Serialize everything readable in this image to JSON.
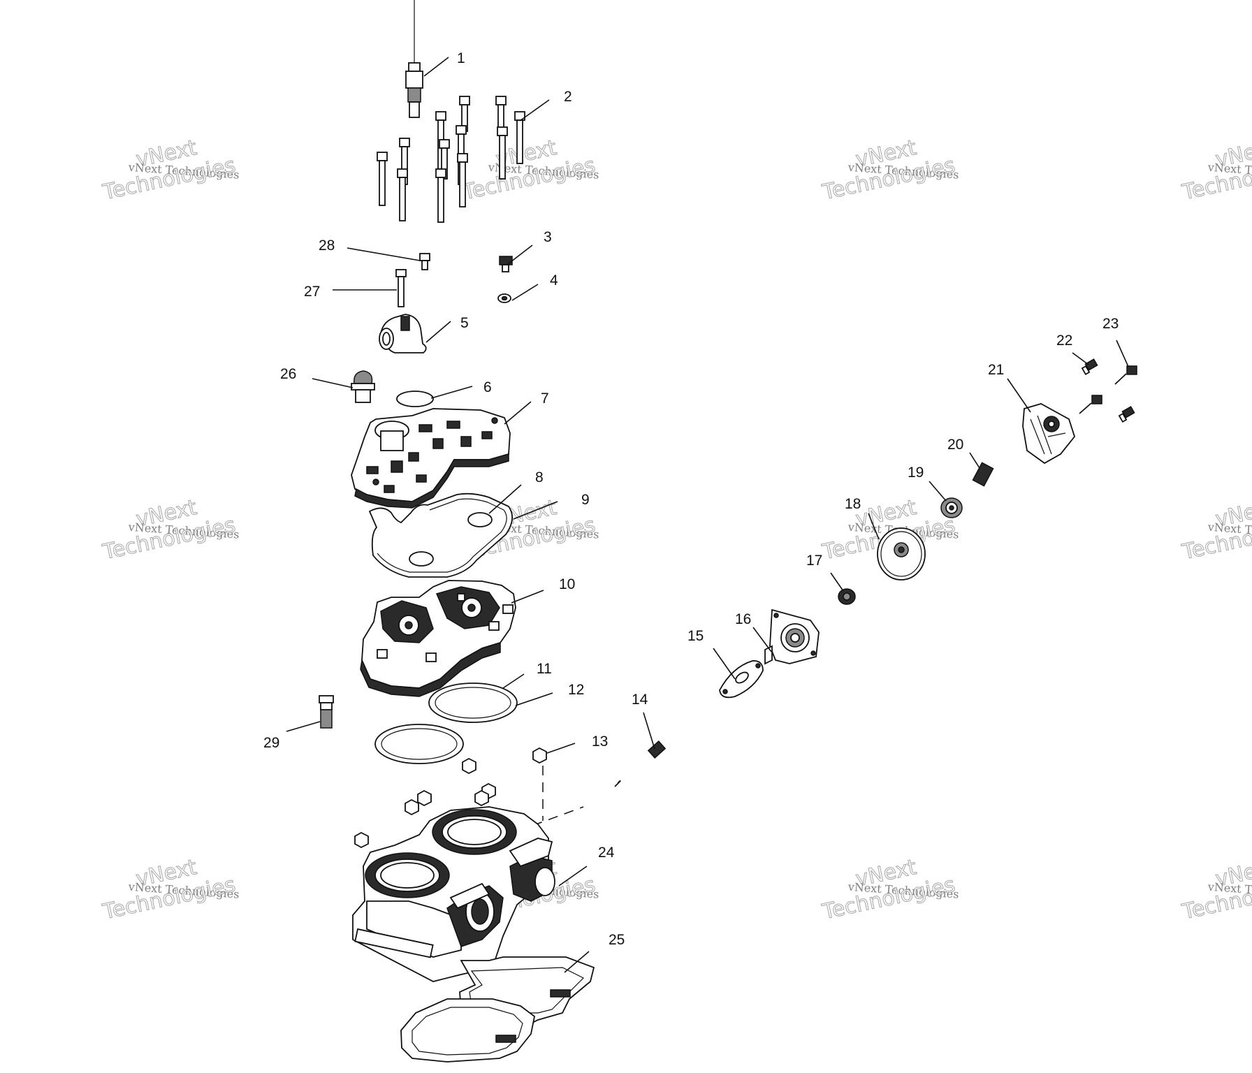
{
  "watermark": {
    "line_small": "vNext Technologies",
    "line_big_1": "vNext",
    "line_big_2": "Technologies"
  },
  "callouts": [
    {
      "id": "1",
      "label": "1"
    },
    {
      "id": "2",
      "label": "2"
    },
    {
      "id": "3",
      "label": "3"
    },
    {
      "id": "4",
      "label": "4"
    },
    {
      "id": "5",
      "label": "5"
    },
    {
      "id": "6",
      "label": "6"
    },
    {
      "id": "7",
      "label": "7"
    },
    {
      "id": "8",
      "label": "8"
    },
    {
      "id": "9",
      "label": "9"
    },
    {
      "id": "10",
      "label": "10"
    },
    {
      "id": "11",
      "label": "11"
    },
    {
      "id": "12",
      "label": "12"
    },
    {
      "id": "13",
      "label": "13"
    },
    {
      "id": "14",
      "label": "14"
    },
    {
      "id": "15",
      "label": "15"
    },
    {
      "id": "16",
      "label": "16"
    },
    {
      "id": "17",
      "label": "17"
    },
    {
      "id": "18",
      "label": "18"
    },
    {
      "id": "19",
      "label": "19"
    },
    {
      "id": "20",
      "label": "20"
    },
    {
      "id": "21",
      "label": "21"
    },
    {
      "id": "22",
      "label": "22"
    },
    {
      "id": "23",
      "label": "23"
    },
    {
      "id": "24",
      "label": "24"
    },
    {
      "id": "25",
      "label": "25"
    },
    {
      "id": "26",
      "label": "26"
    },
    {
      "id": "27",
      "label": "27"
    },
    {
      "id": "28",
      "label": "28"
    },
    {
      "id": "29",
      "label": "29"
    }
  ]
}
